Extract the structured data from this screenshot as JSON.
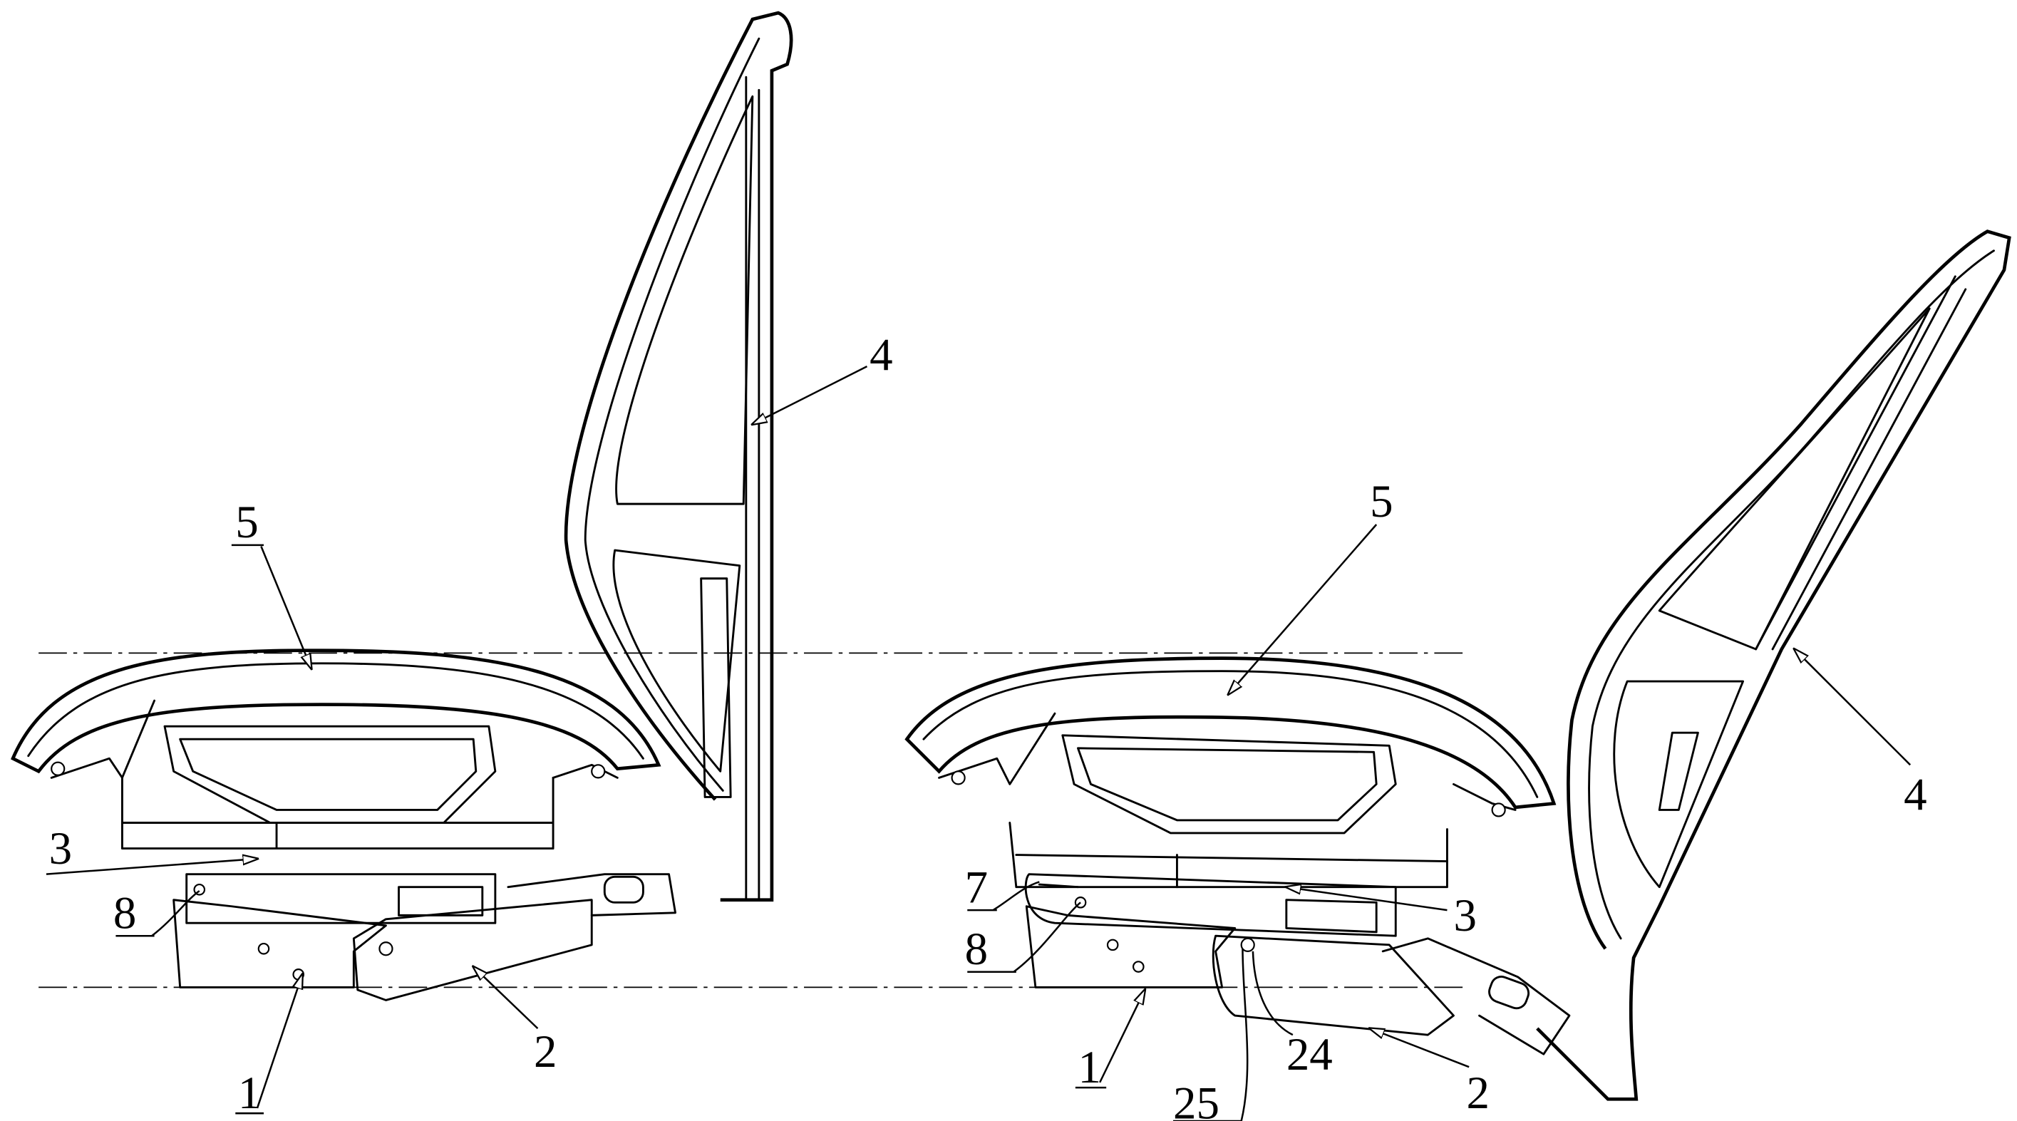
{
  "figure": {
    "left_view": {
      "labels": {
        "backrest": "4",
        "cushion": "5",
        "slide": "3",
        "pin": "8",
        "base": "1",
        "bracket": "2"
      }
    },
    "right_view": {
      "labels": {
        "cushion": "5",
        "backrest": "4",
        "slot": "7",
        "pin": "8",
        "slide": "3",
        "base": "1",
        "part25": "25",
        "part24": "24",
        "bracket": "2"
      }
    }
  }
}
